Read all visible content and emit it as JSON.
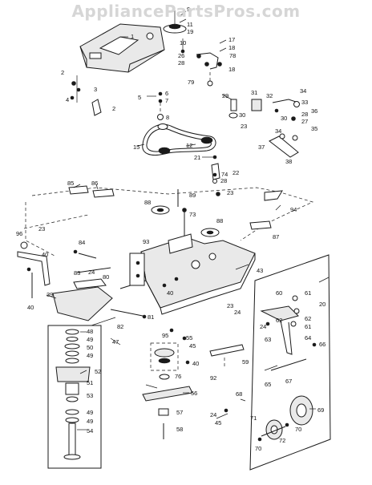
{
  "watermark": "AppliancePartsPros.com",
  "callouts": [
    "1",
    "2",
    "2",
    "3",
    "4",
    "5",
    "6",
    "7",
    "8",
    "9",
    "10",
    "11",
    "12",
    "15",
    "17",
    "18",
    "18",
    "19",
    "20",
    "21",
    "22",
    "23",
    "23",
    "23",
    "23",
    "24",
    "24",
    "24",
    "24",
    "26",
    "27",
    "28",
    "28",
    "28",
    "29",
    "30",
    "30",
    "31",
    "32",
    "33",
    "34",
    "34",
    "35",
    "36",
    "37",
    "38",
    "39",
    "40",
    "40",
    "40",
    "40",
    "43",
    "45",
    "45",
    "47",
    "48",
    "49",
    "49",
    "49",
    "49",
    "50",
    "51",
    "52",
    "53",
    "54",
    "55",
    "56",
    "57",
    "58",
    "59",
    "60",
    "61",
    "61",
    "62",
    "62",
    "63",
    "64",
    "65",
    "66",
    "67",
    "68",
    "69",
    "70",
    "70",
    "71",
    "72",
    "73",
    "74",
    "76",
    "78",
    "79",
    "80",
    "81",
    "82",
    "83",
    "84",
    "85",
    "86",
    "87",
    "88",
    "88",
    "89",
    "92",
    "93",
    "94",
    "95",
    "96"
  ],
  "colors": {
    "line": "#1a1a1a",
    "watermark": "#d6d6d6",
    "background": "#ffffff"
  }
}
